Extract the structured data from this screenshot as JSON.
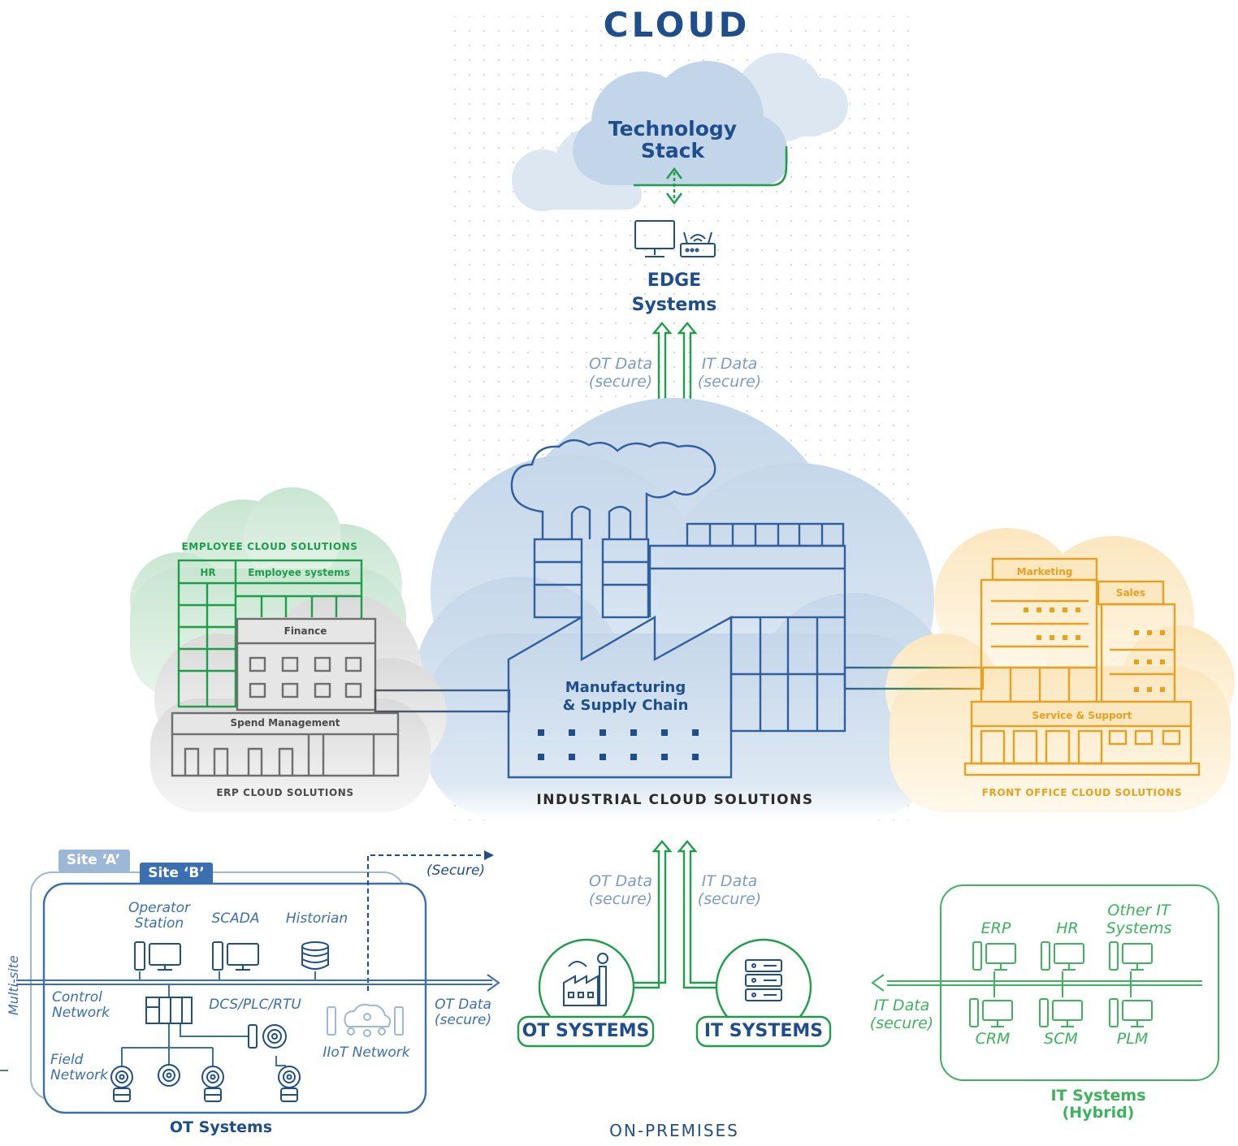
{
  "colors": {
    "navy": "#1f4e8c",
    "blue": "#3a6fb0",
    "light_blue": "#7d9cc4",
    "green": "#1e9e4a",
    "light_green": "#3cb35c",
    "gray": "#6e6e6e",
    "orange": "#e8a020",
    "cloud_blue": "#c9d9ea",
    "cloud_green": "#cfe8d6",
    "cloud_gray": "#e3e3e3",
    "cloud_yellow": "#fbeccc"
  },
  "header": {
    "title": "CLOUD"
  },
  "tech_stack": {
    "title": "Technology Stack"
  },
  "edge": {
    "line1": "EDGE",
    "line2": "Systems"
  },
  "upper_flow": {
    "ot_data": "OT Data",
    "ot_secure": "(secure)",
    "it_data": "IT Data",
    "it_secure": "(secure)"
  },
  "industrial": {
    "center_label_1": "Manufacturing",
    "center_label_2": "& Supply Chain",
    "caption": "INDUSTRIAL CLOUD SOLUTIONS"
  },
  "employee": {
    "caption": "EMPLOYEE CLOUD SOLUTIONS",
    "hr": "HR",
    "systems": "Employee systems"
  },
  "erp": {
    "finance": "Finance",
    "spend": "Spend Management",
    "caption": "ERP CLOUD SOLUTIONS"
  },
  "front_office": {
    "marketing": "Marketing",
    "sales": "Sales",
    "service": "Service & Support",
    "caption": "FRONT OFFICE CLOUD SOLUTIONS"
  },
  "ot_panel": {
    "site_a": "Site ‘A’",
    "site_b": "Site ‘B’",
    "multisite": "Multi-site",
    "secure": "(Secure)",
    "operator_1": "Operator",
    "operator_2": "Station",
    "scada": "SCADA",
    "historian": "Historian",
    "control_1": "Control",
    "control_2": "Network",
    "dcs": "DCS/PLC/RTU",
    "field_1": "Field",
    "field_2": "Network",
    "iiot": "IIoT Network",
    "ot_data": "OT Data",
    "ot_secure": "(secure)",
    "caption": "OT Systems"
  },
  "lower_flow": {
    "ot_data": "OT Data",
    "ot_secure": "(secure)",
    "it_data": "IT Data",
    "it_secure": "(secure)"
  },
  "badges": {
    "ot": "OT SYSTEMS",
    "it": "IT SYSTEMS"
  },
  "it_panel": {
    "it_data": "IT Data",
    "it_secure": "(secure)",
    "erp": "ERP",
    "hr": "HR",
    "other_1": "Other IT",
    "other_2": "Systems",
    "crm": "CRM",
    "scm": "SCM",
    "plm": "PLM",
    "caption_1": "IT Systems",
    "caption_2": "(Hybrid)"
  },
  "footer": {
    "label": "ON-PREMISES"
  }
}
